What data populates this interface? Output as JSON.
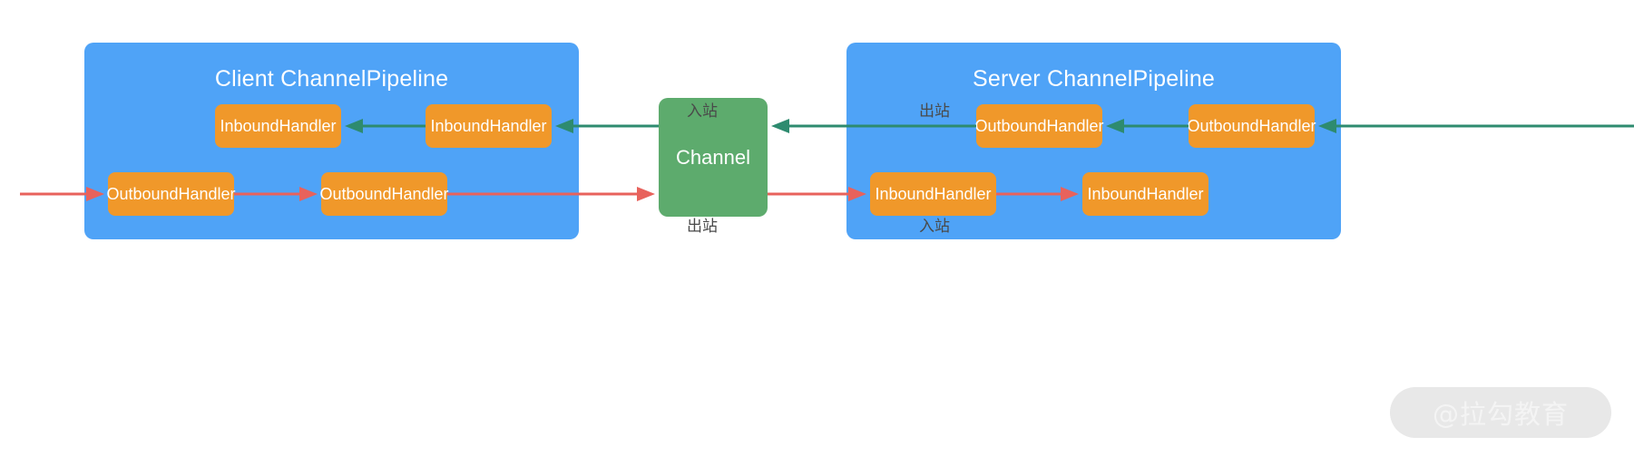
{
  "diagram": {
    "title": "Netty ChannelPipeline inbound/outbound flow",
    "colors": {
      "panel": "#4fa3f7",
      "handler": "#f0982a",
      "channel": "#5dab6d",
      "inbound_arrow": "#2e8b6f",
      "outbound_arrow": "#e8625c",
      "panel_text": "#ffffff",
      "flow_label_text": "#4a4a4a",
      "watermark_bg": "#e8e8e8",
      "watermark_text": "#f4f4f4"
    },
    "client_panel": {
      "title": "Client ChannelPipeline",
      "handlers": [
        {
          "label": "InboundHandler",
          "row": "inbound"
        },
        {
          "label": "InboundHandler",
          "row": "inbound"
        },
        {
          "label": "OutboundHandler",
          "row": "outbound"
        },
        {
          "label": "OutboundHandler",
          "row": "outbound"
        }
      ]
    },
    "channel": {
      "label": "Channel"
    },
    "server_panel": {
      "title": "Server ChannelPipeline",
      "handlers": [
        {
          "label": "OutboundHandler",
          "row": "outbound"
        },
        {
          "label": "OutboundHandler",
          "row": "outbound"
        },
        {
          "label": "InboundHandler",
          "row": "inbound"
        },
        {
          "label": "InboundHandler",
          "row": "inbound"
        }
      ]
    },
    "flow_labels": {
      "client_top": "入站",
      "client_bottom": "出站",
      "server_top": "出站",
      "server_bottom": "入站"
    },
    "watermark": {
      "text": "@拉勾教育"
    }
  }
}
